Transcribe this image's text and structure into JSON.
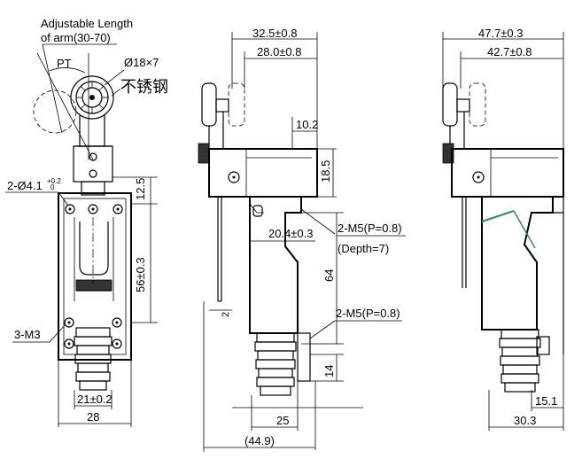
{
  "annotations": {
    "arm_note_line1": "Adjustable Length",
    "arm_note_line2": "of arm(30-70)",
    "pt": "PT",
    "roller_size": "Ø18×7",
    "roller_material": "不锈钢",
    "mount_holes": "2-Ø4.1",
    "mount_holes_tol": "+0.2",
    "mount_holes_tol2": "0",
    "m3_holes": "3-M3",
    "m5_top": "2-M5(P=0.8)",
    "m5_depth": "(Depth=7)",
    "m5_bottom": "2-M5(P=0.8)"
  },
  "front_view": {
    "dim_12_5": "12.5",
    "dim_56": "56±0.3",
    "dim_21": "21±0.2",
    "dim_28": "28"
  },
  "side_view": {
    "dim_32_5": "32.5±0.8",
    "dim_28_0": "28.0±0.8",
    "dim_10_2": "10.2",
    "dim_18_5": "18.5",
    "dim_20_4": "20.4±0.3",
    "dim_64": "64",
    "dim_14": "14",
    "dim_25": "25",
    "dim_44_9": "(44.9)",
    "dim_small": "2"
  },
  "right_view": {
    "dim_47_7": "47.7±0.3",
    "dim_42_7": "42.7±0.8",
    "dim_15_1": "15.1",
    "dim_30_3": "30.3"
  },
  "colors": {
    "line": "#000000",
    "background": "#ffffff",
    "accent_line": "#2e8b57"
  }
}
